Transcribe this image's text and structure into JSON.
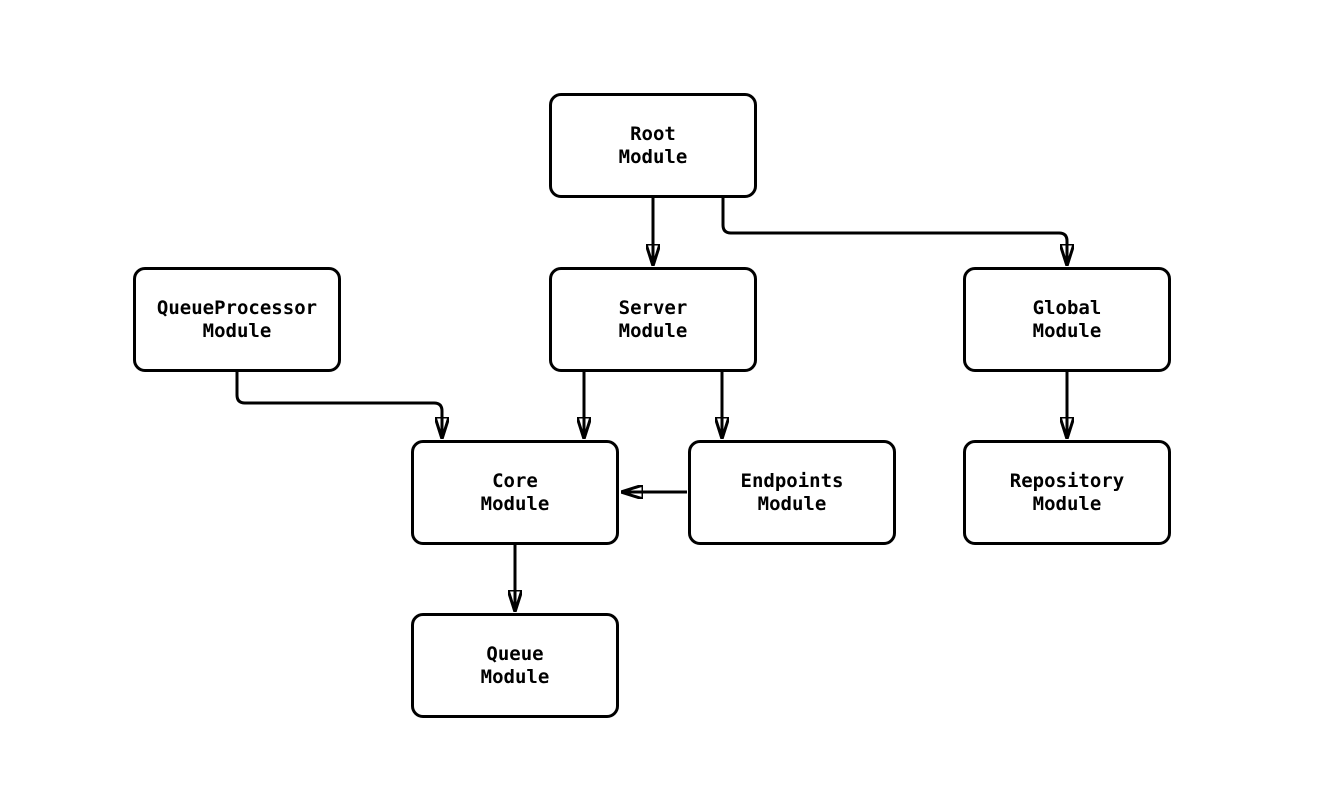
{
  "diagram": {
    "type": "flowchart",
    "colors": {
      "background": "#ffffff",
      "node_fill": "#ffffff",
      "node_border": "#000000",
      "edge": "#000000",
      "text": "#000000"
    },
    "nodes": [
      {
        "id": "root",
        "line1": "Root",
        "line2": "Module"
      },
      {
        "id": "queueprocessor",
        "line1": "QueueProcessor",
        "line2": "Module"
      },
      {
        "id": "server",
        "line1": "Server",
        "line2": "Module"
      },
      {
        "id": "global",
        "line1": "Global",
        "line2": "Module"
      },
      {
        "id": "core",
        "line1": "Core",
        "line2": "Module"
      },
      {
        "id": "endpoints",
        "line1": "Endpoints",
        "line2": "Module"
      },
      {
        "id": "repository",
        "line1": "Repository",
        "line2": "Module"
      },
      {
        "id": "queue",
        "line1": "Queue",
        "line2": "Module"
      }
    ],
    "edges": [
      {
        "from": "Root Module",
        "to": "Server Module"
      },
      {
        "from": "Root Module",
        "to": "Global Module"
      },
      {
        "from": "QueueProcessor Module",
        "to": "Core Module"
      },
      {
        "from": "Server Module",
        "to": "Core Module"
      },
      {
        "from": "Server Module",
        "to": "Endpoints Module"
      },
      {
        "from": "Endpoints Module",
        "to": "Core Module"
      },
      {
        "from": "Global Module",
        "to": "Repository Module"
      },
      {
        "from": "Core Module",
        "to": "Queue Module"
      }
    ]
  }
}
